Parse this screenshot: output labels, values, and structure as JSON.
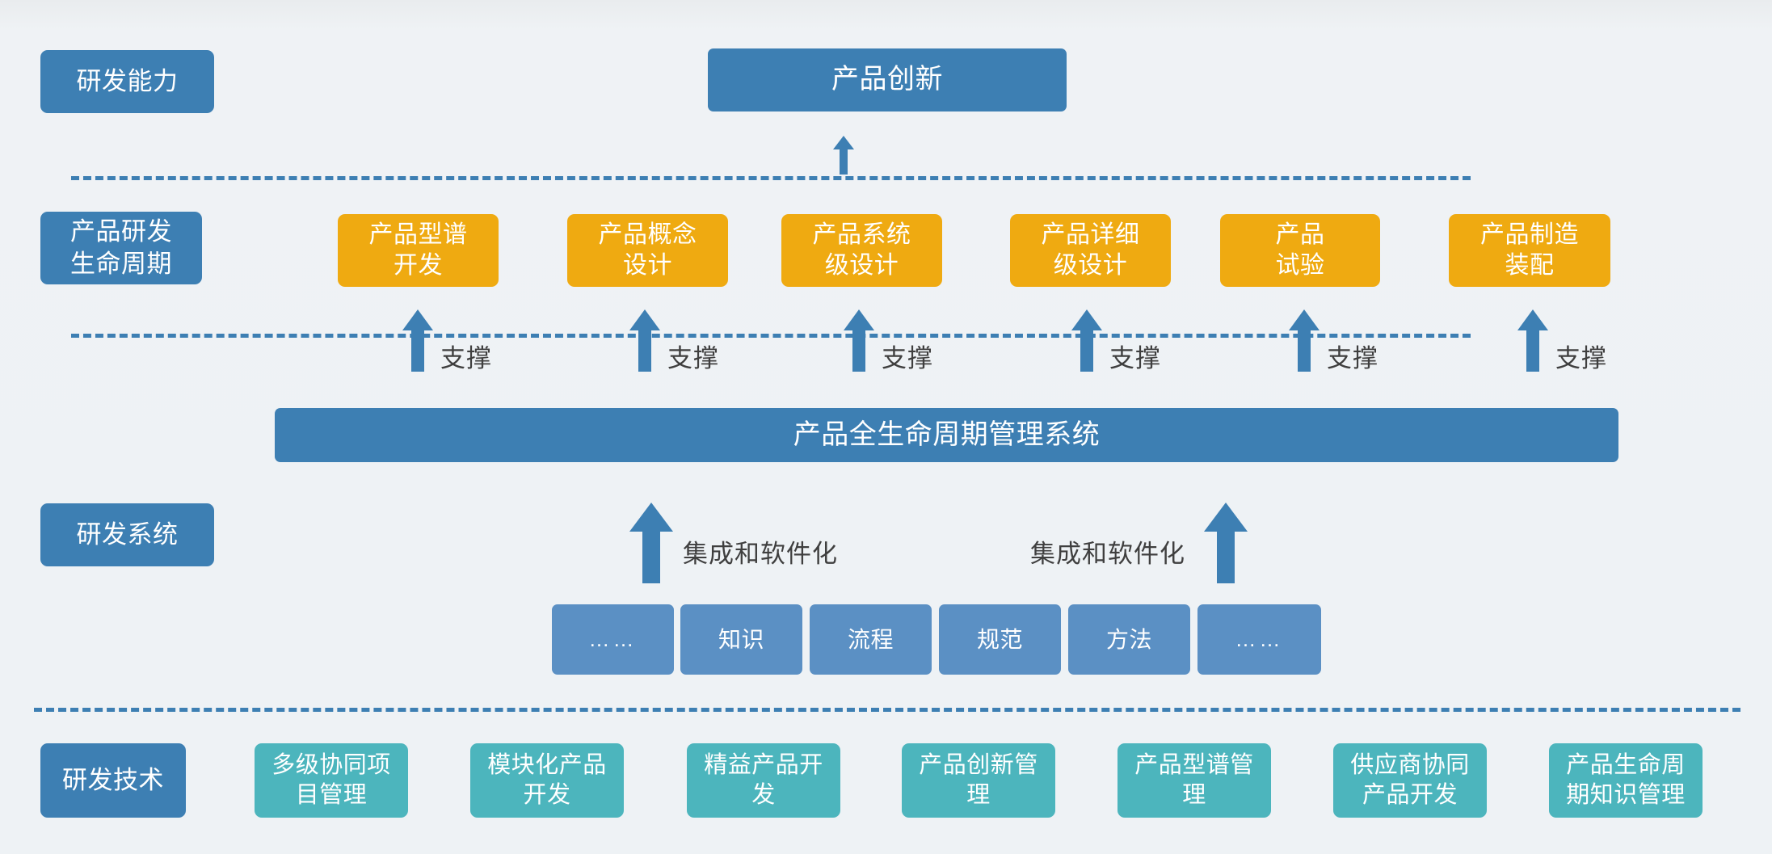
{
  "theme": {
    "background": "#eef2f5",
    "blue": "#3d7fb3",
    "blue_light": "#5b90c4",
    "yellow": "#efaa11",
    "teal": "#4cb5bd",
    "note_text": "#3f3f3f"
  },
  "row_labels": {
    "capability": "研发能力",
    "lifecycle": "产品研发\n生命周期",
    "system": "研发系统",
    "technology": "研发技术"
  },
  "top": {
    "product_innovation": "产品创新"
  },
  "lifecycle_stages": [
    {
      "label": "产品型谱\n开发"
    },
    {
      "label": "产品概念\n设计"
    },
    {
      "label": "产品系统\n级设计"
    },
    {
      "label": "产品详细\n级设计"
    },
    {
      "label": "产品\n试验"
    },
    {
      "label": "产品制造\n装配"
    }
  ],
  "support_labels": [
    "支撑",
    "支撑",
    "支撑",
    "支撑",
    "支撑",
    "支撑"
  ],
  "plm_system": {
    "title": "产品全生命周期管理系统"
  },
  "integration_labels": [
    "集成和软件化",
    "集成和软件化"
  ],
  "foundation_chips": [
    {
      "label": "……"
    },
    {
      "label": "知识"
    },
    {
      "label": "流程"
    },
    {
      "label": "规范"
    },
    {
      "label": "方法"
    },
    {
      "label": "……"
    }
  ],
  "technologies": [
    {
      "label": "多级协同项\n目管理"
    },
    {
      "label": "模块化产品\n开发"
    },
    {
      "label": "精益产品开\n发"
    },
    {
      "label": "产品创新管\n理"
    },
    {
      "label": "产品型谱管\n理"
    },
    {
      "label": "供应商协同\n产品开发"
    },
    {
      "label": "产品生命周\n期知识管理"
    }
  ]
}
